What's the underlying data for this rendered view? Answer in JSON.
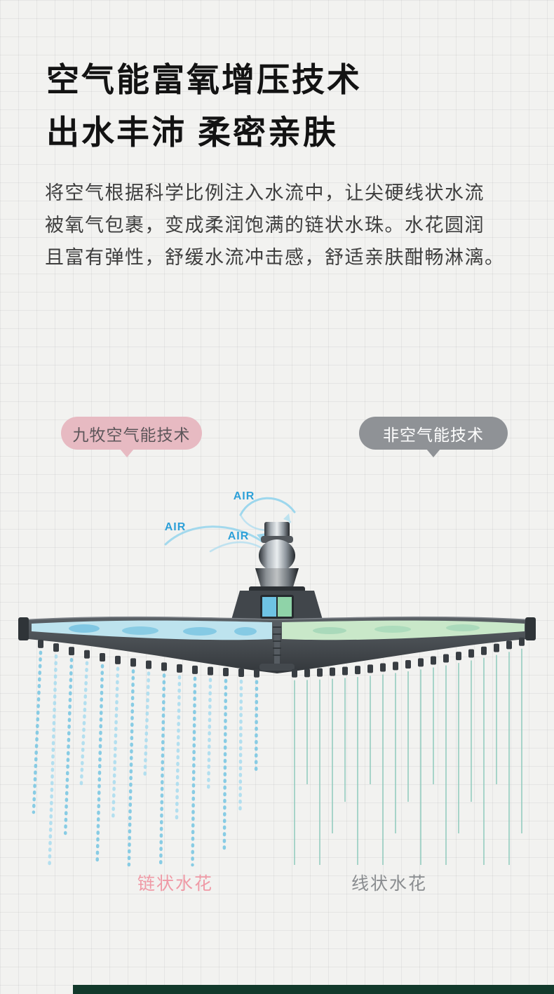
{
  "hero": {
    "title_line1": "空气能富氧增压技术",
    "title_line2": "出水丰沛 柔密亲肤",
    "desc_line1": "将空气根据科学比例注入水流中，让尖硬线状水流",
    "desc_line2": "被氧气包裹，变成柔润饱满的链状水珠。水花圆润",
    "desc_line3": "且富有弹性，舒缓水流冲击感，舒适亲肤酣畅淋漓。"
  },
  "callouts": {
    "left_label": "九牧空气能技术",
    "right_label": "非空气能技术",
    "left_bg": "#e7bac2",
    "right_bg": "#8f9296"
  },
  "diagram": {
    "air_label_1": "AIR",
    "air_label_2": "AIR",
    "air_label_3": "AIR",
    "air_color": "#2da0d8",
    "left_spray_label": "链状水花",
    "right_spray_label": "线状水花",
    "left_spray_color": "#ef9aa6",
    "right_spray_color": "#8a8d90",
    "water_left_color": "#7cc8e2",
    "water_right_color": "#8fcabc"
  },
  "footer": {
    "bar_color": "#12392b"
  }
}
